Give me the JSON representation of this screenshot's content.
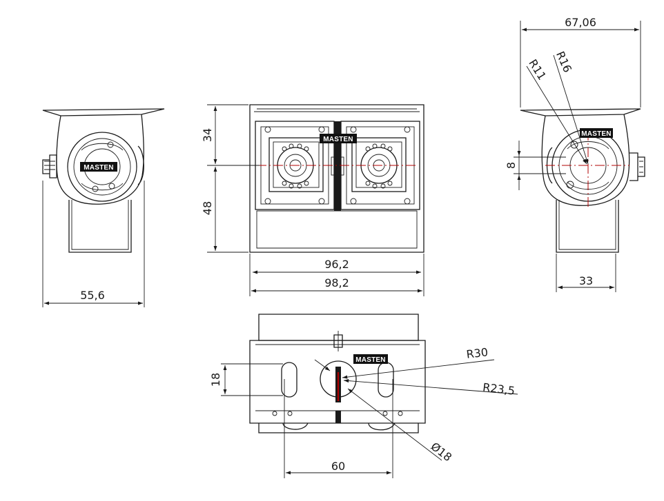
{
  "brand": "MASTEN",
  "dimensions": {
    "left_width": "55,6",
    "front_top": "34",
    "front_bottom": "48",
    "front_inner_width": "96,2",
    "front_outer_width": "98,2",
    "right_top_width": "67,06",
    "right_r11": "R11",
    "right_r16": "R16",
    "right_offset": "8",
    "right_base_width": "33",
    "bottom_r30": "R30",
    "bottom_r235": "R23,5",
    "bottom_height": "18",
    "bottom_spacing": "60",
    "bottom_diameter": "Ø18"
  },
  "colors": {
    "line": "#1a1a1a",
    "centerline": "#b00000",
    "brand_bg": "#111111"
  }
}
